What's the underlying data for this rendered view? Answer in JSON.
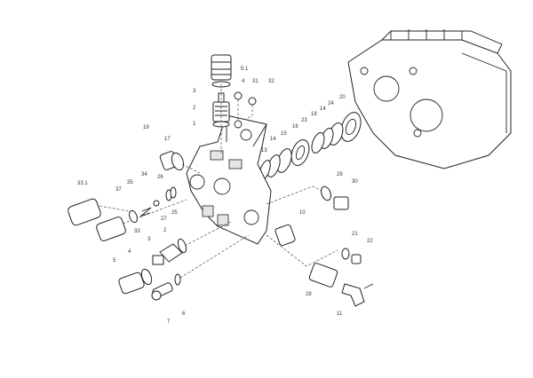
{
  "diagram": {
    "type": "exploded-parts-view",
    "labels": [
      "5.1",
      "4",
      "31",
      "32",
      "3",
      "2",
      "1",
      "19",
      "17",
      "20",
      "24",
      "14",
      "18",
      "23",
      "16",
      "15",
      "14",
      "13",
      "34",
      "26",
      "33.1",
      "35",
      "37",
      "27",
      "25",
      "29",
      "30",
      "33",
      "2",
      "3",
      "4",
      "5",
      "10",
      "21",
      "22",
      "28",
      "11",
      "6",
      "7"
    ]
  }
}
